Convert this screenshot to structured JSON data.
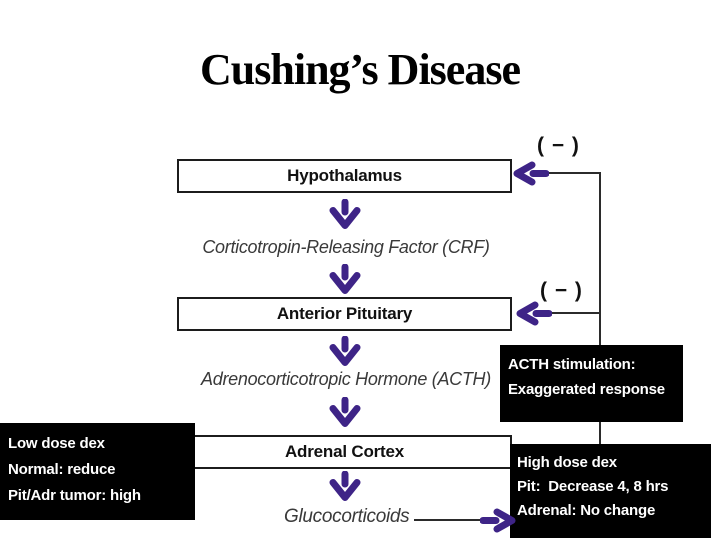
{
  "slide_title": "Cushing’s Disease",
  "colors": {
    "arrow_purple": "#3e2487",
    "line_black": "#2b2b2b",
    "note_background": "#000000",
    "note_text": "#ffffff"
  },
  "flowchart": {
    "hypothalamus": "Hypothalamus",
    "crf": "Corticotropin-Releasing Factor (CRF)",
    "anterior_pituitary": "Anterior Pituitary",
    "acth": "Adrenocorticotropic Hormone (ACTH)",
    "adrenal_cortex": "Adrenal Cortex",
    "glucocorticoids": "Glucocorticoids",
    "negative_feedback_hypothalamus": "( − )",
    "negative_feedback_pituitary": "( − )"
  },
  "notes": {
    "acth_stimulation": [
      "ACTH stimulation:",
      "Exaggerated response"
    ],
    "low_dose_dex": [
      "Low dose dex",
      "Normal: reduce",
      "Pit/Adr tumor: high"
    ],
    "high_dose_dex": [
      "High dose dex",
      "Pit:  Decrease 4, 8 hrs",
      "Adrenal: No change"
    ]
  }
}
